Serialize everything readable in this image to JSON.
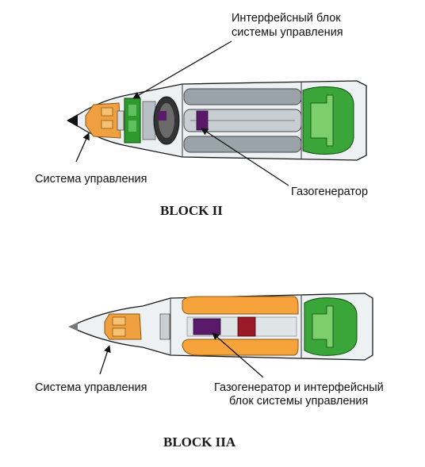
{
  "block2": {
    "title": "BLOCK II",
    "label_interface": [
      "Интерфейсный блок",
      "системы управления"
    ],
    "label_guidance": "Система управления",
    "label_gasgen": "Газогенератор"
  },
  "block2a": {
    "title": "BLOCK IIA",
    "label_guidance": "Система управления",
    "label_gasgen_interface": [
      "Газогенератор и интерфейсный",
      "блок системы управления"
    ]
  },
  "colors": {
    "guidance_orange": "#f0a040",
    "interface_green": "#2e9a2e",
    "gasgen_orange": "#f5a33a",
    "gasgen_purple": "#5a1a6a",
    "gasgen_red": "#9a1a2a",
    "actuator_green": "#3aa63a",
    "body_gray": "#e8ecef",
    "internal_gray": "#9aa3aa"
  }
}
